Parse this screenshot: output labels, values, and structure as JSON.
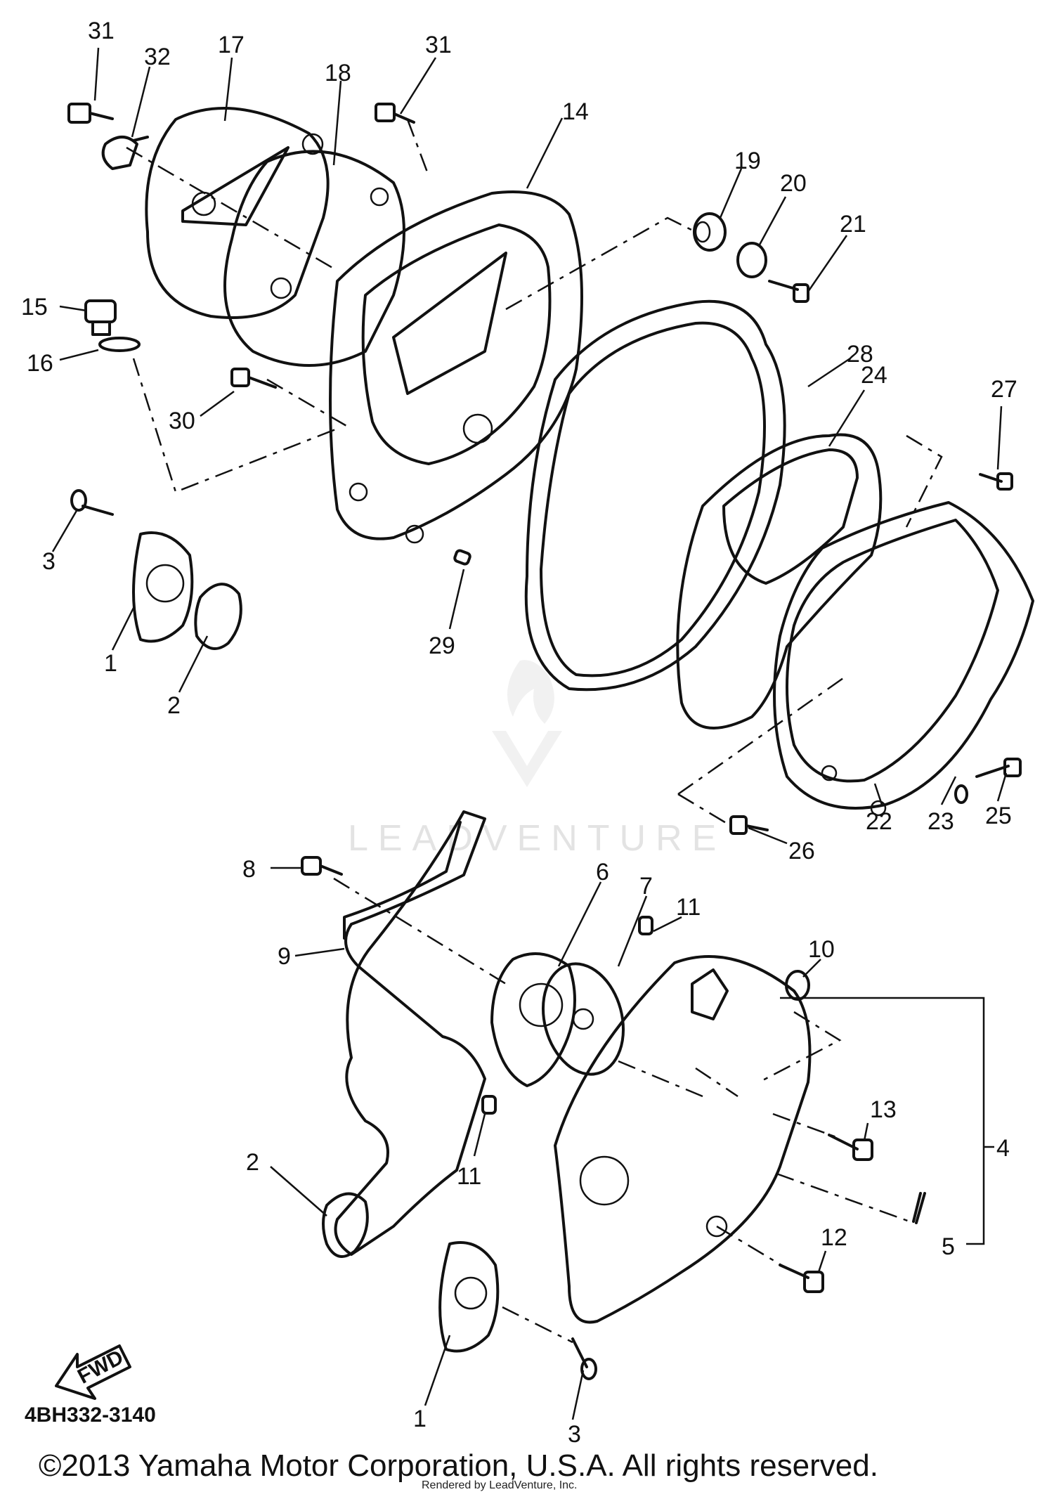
{
  "watermark": "LEADVENTURE",
  "drawing_code": "4BH332-3140",
  "fwd_label": "FWD",
  "copyright": "©2013 Yamaha Motor Corporation, U.S.A. All rights reserved.",
  "rendered_by": "Rendered by LeadVenture, Inc.",
  "callouts": [
    {
      "id": "c31a",
      "text": "31"
    },
    {
      "id": "c32",
      "text": "32"
    },
    {
      "id": "c17",
      "text": "17"
    },
    {
      "id": "c18",
      "text": "18"
    },
    {
      "id": "c31b",
      "text": "31"
    },
    {
      "id": "c14",
      "text": "14"
    },
    {
      "id": "c19",
      "text": "19"
    },
    {
      "id": "c20",
      "text": "20"
    },
    {
      "id": "c21",
      "text": "21"
    },
    {
      "id": "c15",
      "text": "15"
    },
    {
      "id": "c16",
      "text": "16"
    },
    {
      "id": "c30",
      "text": "30"
    },
    {
      "id": "c28",
      "text": "28"
    },
    {
      "id": "c24",
      "text": "24"
    },
    {
      "id": "c27",
      "text": "27"
    },
    {
      "id": "c3a",
      "text": "3"
    },
    {
      "id": "c1a",
      "text": "1"
    },
    {
      "id": "c2a",
      "text": "2"
    },
    {
      "id": "c29",
      "text": "29"
    },
    {
      "id": "c22",
      "text": "22"
    },
    {
      "id": "c23",
      "text": "23"
    },
    {
      "id": "c25",
      "text": "25"
    },
    {
      "id": "c26",
      "text": "26"
    },
    {
      "id": "c8",
      "text": "8"
    },
    {
      "id": "c6",
      "text": "6"
    },
    {
      "id": "c7",
      "text": "7"
    },
    {
      "id": "c11a",
      "text": "11"
    },
    {
      "id": "c10",
      "text": "10"
    },
    {
      "id": "c9",
      "text": "9"
    },
    {
      "id": "c4",
      "text": "4"
    },
    {
      "id": "c13",
      "text": "13"
    },
    {
      "id": "c11b",
      "text": "11"
    },
    {
      "id": "c2b",
      "text": "2"
    },
    {
      "id": "c12",
      "text": "12"
    },
    {
      "id": "c5",
      "text": "5"
    },
    {
      "id": "c1b",
      "text": "1"
    },
    {
      "id": "c3b",
      "text": "3"
    }
  ]
}
